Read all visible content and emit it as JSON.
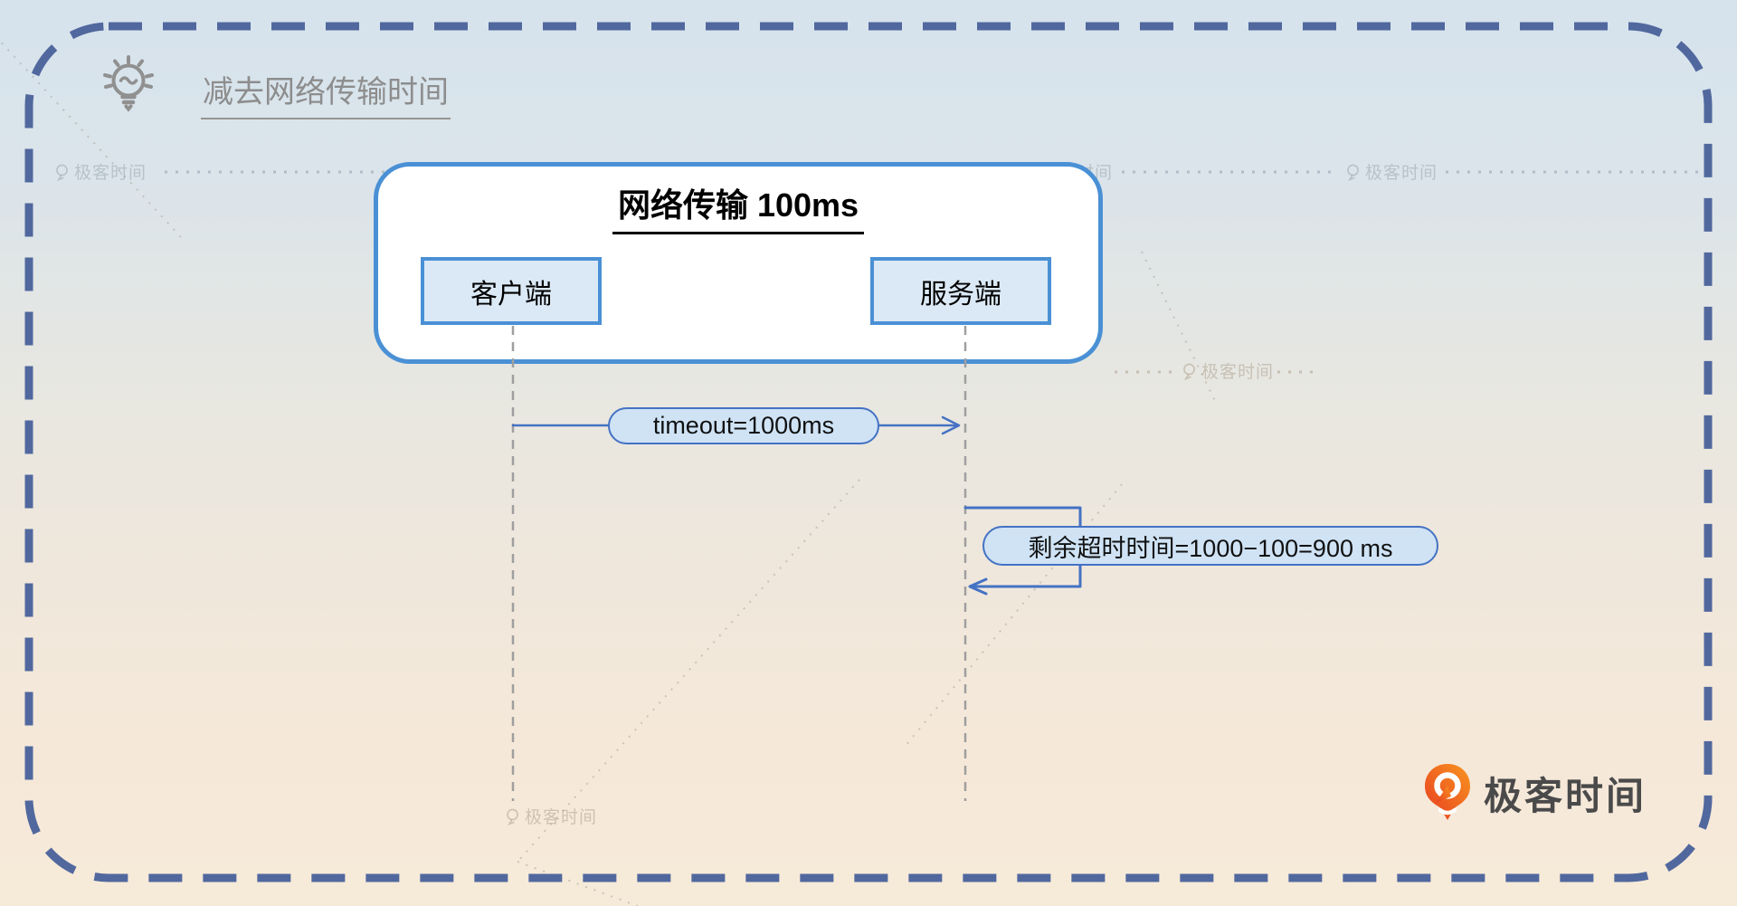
{
  "header": {
    "tip_label": "减去网络传输时间"
  },
  "diagram": {
    "title": "网络传输 100ms",
    "actors": [
      {
        "label": "客户端"
      },
      {
        "label": "服务端"
      }
    ],
    "messages": [
      {
        "label": "timeout=1000ms"
      },
      {
        "label": "剩余超时时间=1000−100=900 ms"
      }
    ]
  },
  "watermark": {
    "text": "极客时间"
  },
  "brand": {
    "name": "极客时间"
  },
  "colors": {
    "accent_blue": "#4a90d5",
    "message_blue": "#4472c4",
    "panel_fill": "#dbe9f6",
    "pill_fill": "#cfe3f5",
    "dashed_frame": "#51689e",
    "lifeline_gray": "#9f9f9f",
    "tip_gray": "#8d8d8d",
    "brand_orange_start": "#e83c20",
    "brand_orange_end": "#f8951f",
    "bg_top": "#d6e3ed",
    "bg_bottom": "#f6ead9"
  }
}
